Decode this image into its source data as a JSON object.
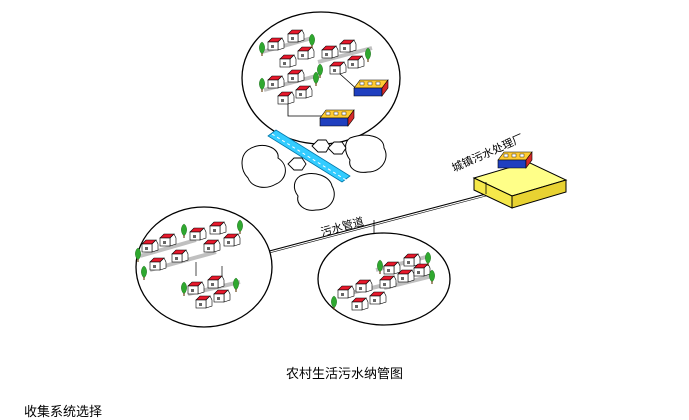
{
  "diagram": {
    "labels": {
      "plant": "城镇污水处理厂",
      "pipe": "污水管道"
    },
    "caption": "农村生活污水纳管图"
  },
  "section": {
    "heading": "收集系统选择"
  },
  "colors": {
    "roof": "#e8192c",
    "wall": "#ffffff",
    "tree": "#2fa82f",
    "road": "#c0c0c0",
    "river": "#33ccff",
    "plant_box": "#ffff88",
    "tank": "#1f3fbf"
  }
}
